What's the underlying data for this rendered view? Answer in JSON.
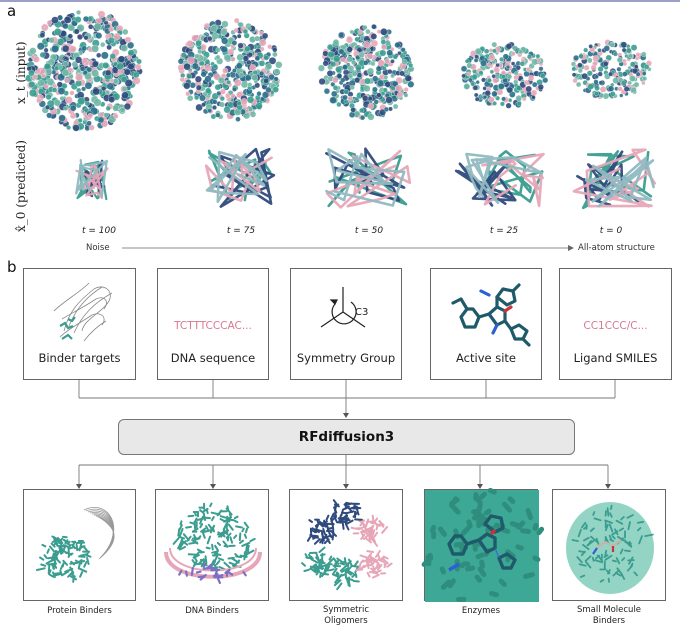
{
  "panel_a": {
    "letter": "a",
    "row_top_label": "x_t (input)",
    "row_bottom_label": "x̂_0 (predicted)",
    "timesteps": [
      "t = 100",
      "t = 75",
      "t = 50",
      "t = 25",
      "t = 0"
    ],
    "noise_label": "Noise",
    "structure_label": "All-atom structure"
  },
  "panel_b": {
    "letter": "b",
    "inputs": [
      {
        "label": "Binder targets"
      },
      {
        "label": "DNA sequence",
        "text": "TCTTTCCCAC..."
      },
      {
        "label": "Symmetry Group",
        "text": "C3"
      },
      {
        "label": "Active site"
      },
      {
        "label": "Ligand SMILES",
        "text": "CC1CCC/C..."
      }
    ],
    "model_name": "RFdiffusion3",
    "outputs": [
      {
        "line1": "Protein Binders",
        "line2": ""
      },
      {
        "line1": "DNA Binders",
        "line2": ""
      },
      {
        "line1": "Symmetric",
        "line2": "Oligomers"
      },
      {
        "line1": "Enzymes",
        "line2": ""
      },
      {
        "line1": "Small Molecule",
        "line2": "Binders"
      }
    ]
  },
  "colors": {
    "teal": "#3a9d8f",
    "navy": "#2f4a7c",
    "pink": "#e7a6b8",
    "dark_teal": "#1f5a6a",
    "red": "#c8343a",
    "blue": "#2d5fd6"
  }
}
